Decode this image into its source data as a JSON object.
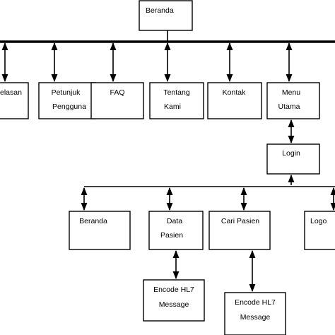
{
  "diagram": {
    "root": "Beranda",
    "top_menu": {
      "penjelasan": "elasan",
      "petunjuk_1": "Petunjuk",
      "petunjuk_2": "Pengguna",
      "faq": "FAQ",
      "tentang_1": "Tentang",
      "tentang_2": "Kami",
      "kontak": "Kontak",
      "menu_utama_1": "Menu",
      "menu_utama_2": "Utama"
    },
    "login": "Login",
    "sub_menu": {
      "beranda": "Beranda",
      "data_pasien_1": "Data",
      "data_pasien_2": "Pasien",
      "cari_pasien": "Cari Pasien",
      "logout": "Logo"
    },
    "actions": {
      "encode_1_line1": "Encode HL7",
      "encode_1_line2": "Message",
      "encode_2_line1": "Encode HL7",
      "encode_2_line2": "Message"
    }
  }
}
